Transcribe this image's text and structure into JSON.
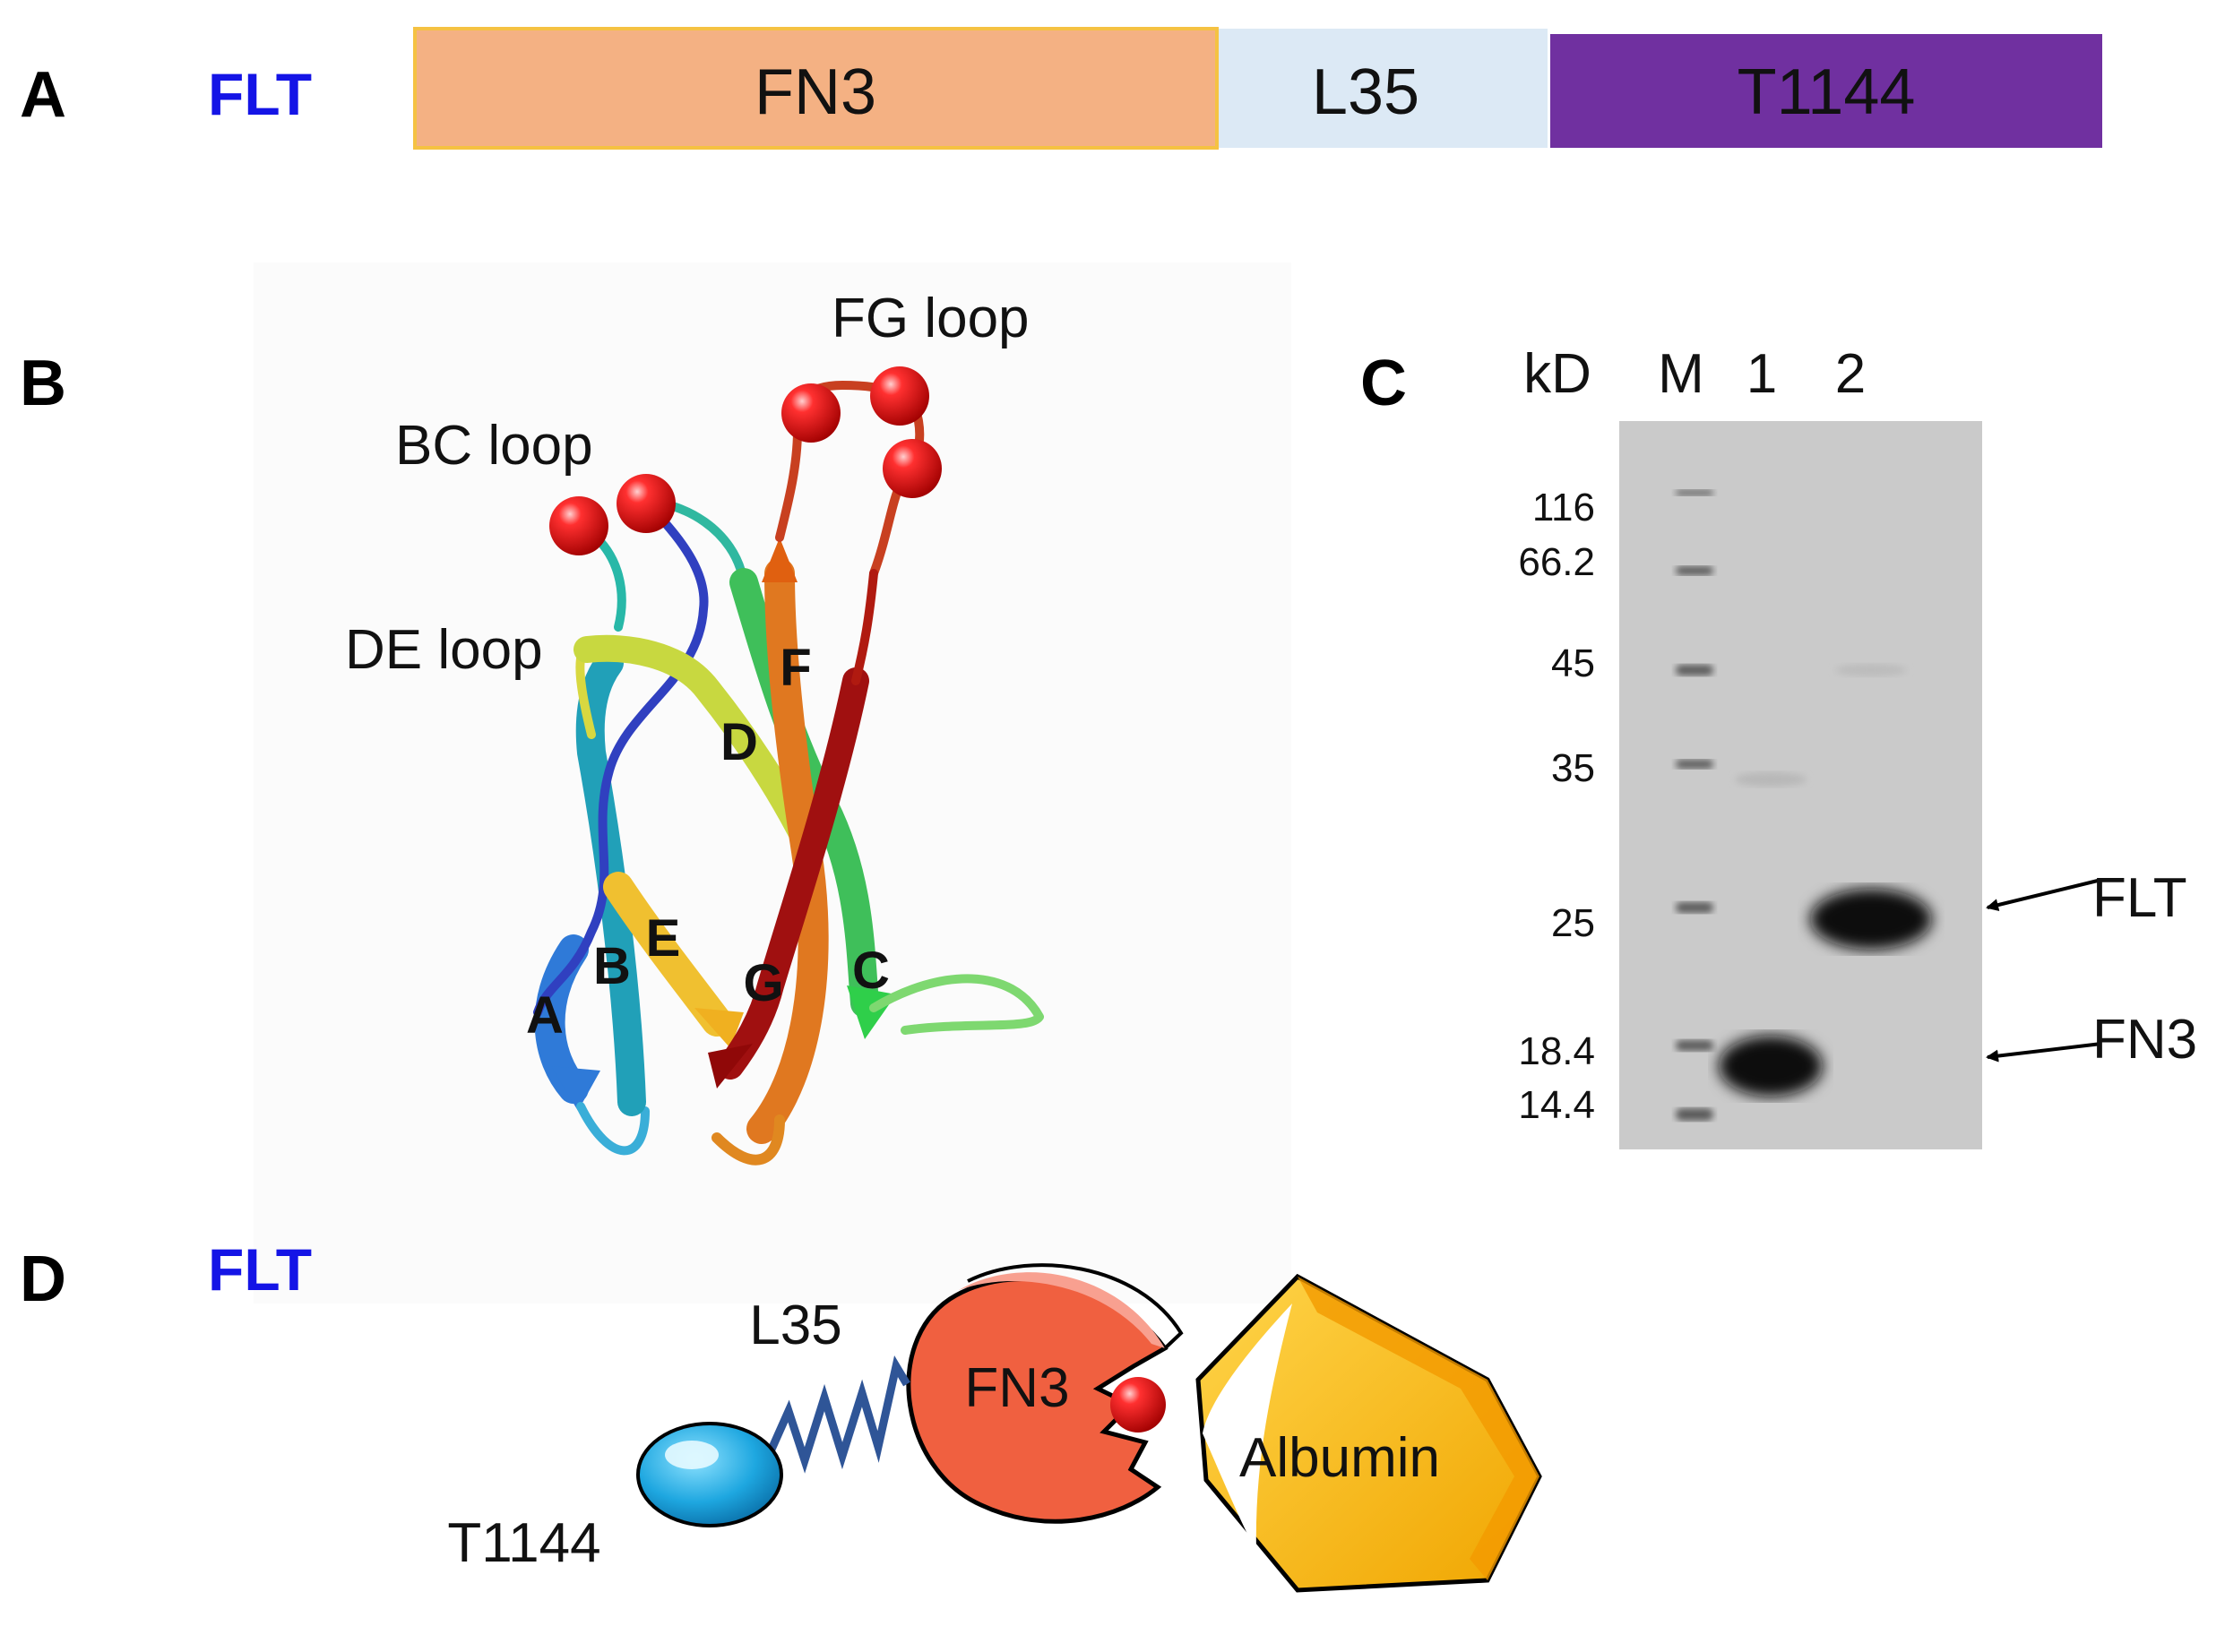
{
  "colors": {
    "flt_blue": "#1414e6",
    "fn3": "#f4b183",
    "fn3_border": "#f5c242",
    "l35": "#dce9f5",
    "t1144": "#7030a0"
  },
  "panel_a": {
    "letter": "A",
    "construct": "FLT",
    "domains": [
      {
        "name": "FN3",
        "color": "#f4b183"
      },
      {
        "name": "L35",
        "color": "#dce9f5"
      },
      {
        "name": "T1144",
        "color": "#7030a0"
      }
    ]
  },
  "panel_b": {
    "letter": "B",
    "loops": {
      "fg": "FG loop",
      "bc": "BC loop",
      "de": "DE loop"
    },
    "strands": {
      "a": "A",
      "b": "B",
      "c": "C",
      "d": "D",
      "e": "E",
      "f": "F",
      "g": "G"
    }
  },
  "panel_c": {
    "letter": "C",
    "unit": "kD",
    "lanes": [
      "M",
      "1",
      "2"
    ],
    "markers": [
      "116",
      "66.2",
      "45",
      "35",
      "25",
      "18.4",
      "14.4"
    ],
    "bands": [
      "FLT",
      "FN3"
    ]
  },
  "panel_d": {
    "letter": "D",
    "construct": "FLT",
    "parts": {
      "linker": "L35",
      "fn3": "FN3",
      "albumin": "Albumin",
      "t1144": "T1144"
    }
  }
}
